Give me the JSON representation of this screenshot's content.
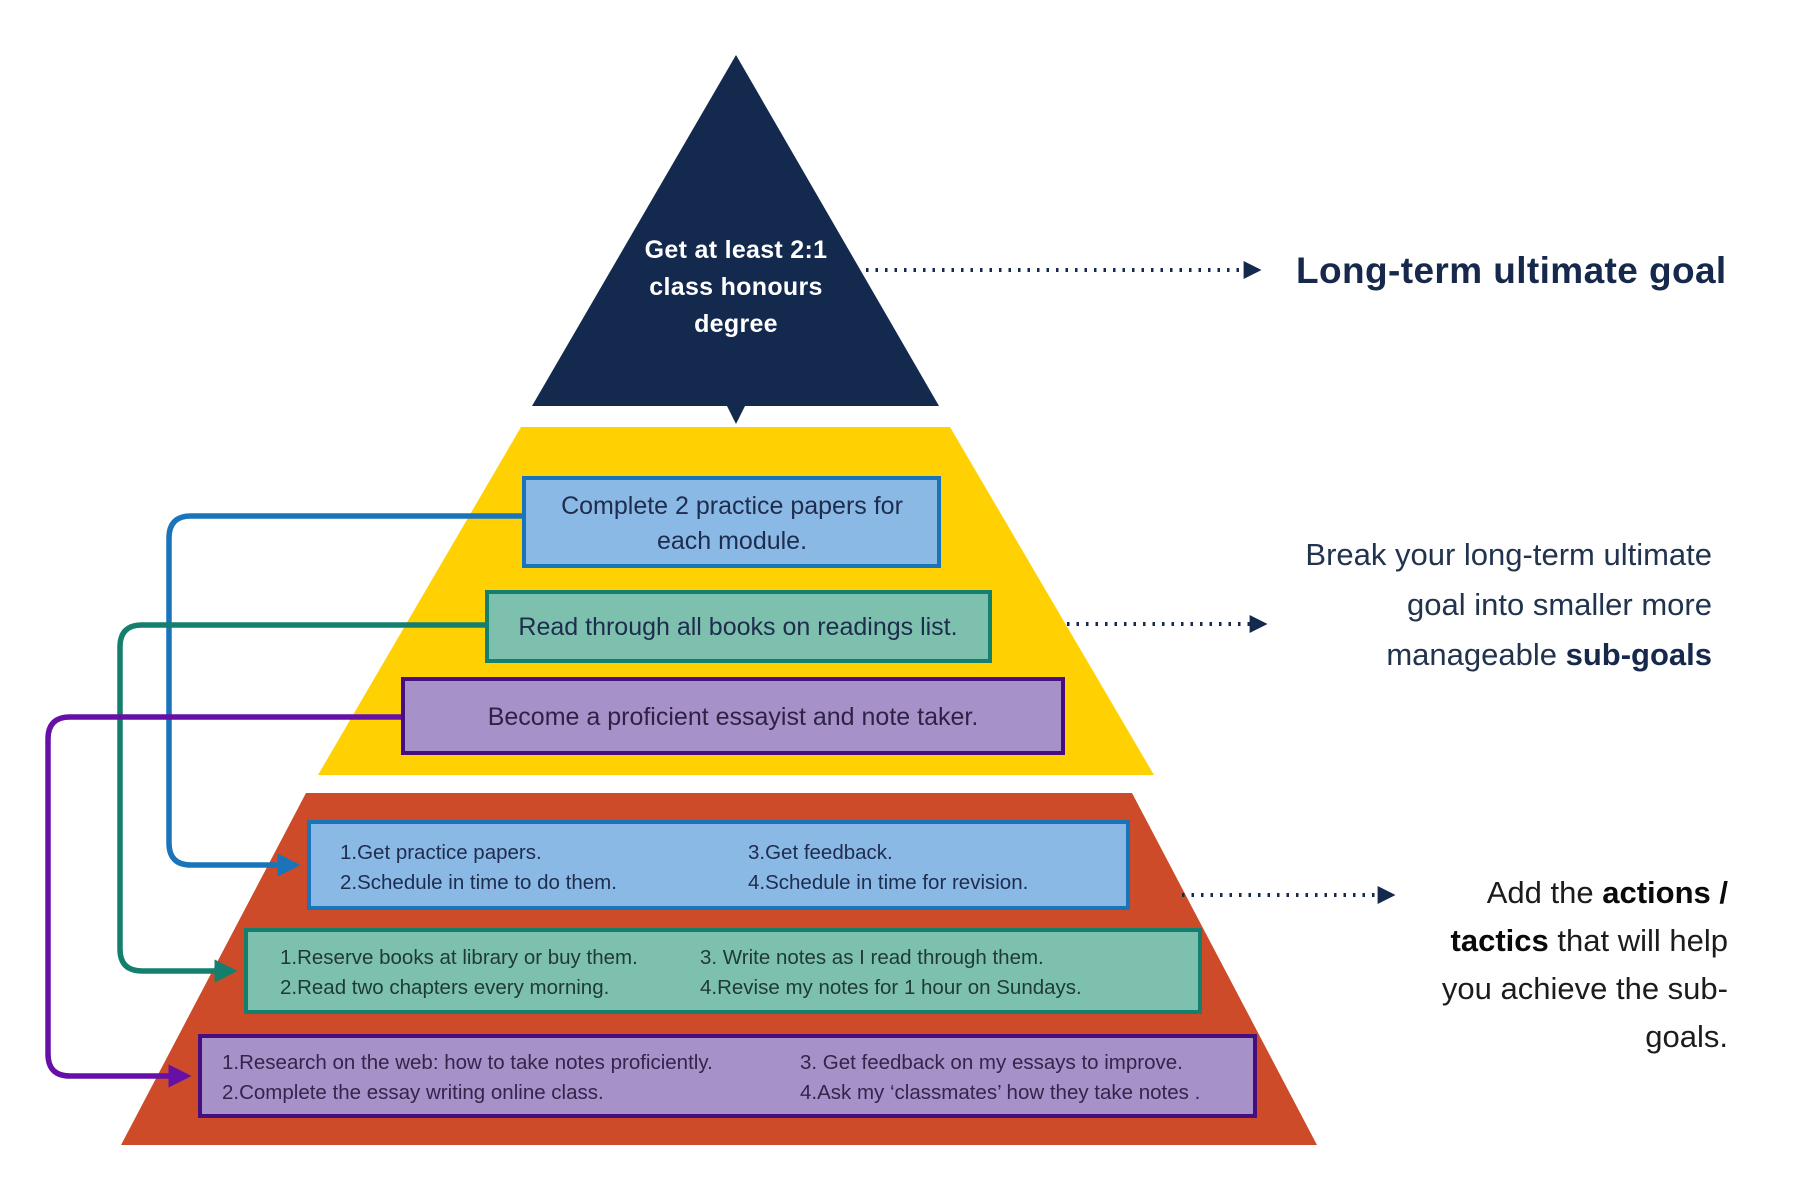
{
  "title_goal": {
    "lines": [
      "Get at least 2:1",
      "class honours",
      "degree"
    ]
  },
  "labels": {
    "long_term": "Long-term ultimate goal",
    "subgoal": {
      "line1": "Break your long-term ultimate",
      "line2": "goal into smaller more",
      "line3_regular": "manageable ",
      "line3_bold": "sub-goals"
    },
    "actions": {
      "line1_regular": "Add the ",
      "line1_bold": "actions /",
      "line2_bold": "tactics",
      "line2_regular": " that will help",
      "line3": "you achieve the sub-",
      "line4": "goals."
    }
  },
  "subgoals": {
    "practice": {
      "lines": [
        "Complete 2 practice papers for",
        "each module."
      ]
    },
    "reading": {
      "line": "Read through all books on readings list."
    },
    "essay": {
      "line": "Become a proficient essayist and note taker."
    }
  },
  "actions": {
    "practice": {
      "col1": [
        "1.Get practice papers.",
        "2.Schedule in time to do them."
      ],
      "col2": [
        "3.Get feedback.",
        "4.Schedule in time for revision."
      ]
    },
    "reading": {
      "col1": [
        "1.Reserve books at library or buy them.",
        "2.Read two chapters every morning."
      ],
      "col2": [
        "3. Write notes as I read through them.",
        "4.Revise my notes for 1 hour on Sundays."
      ]
    },
    "essay": {
      "col1": [
        "1.Research on the web: how to take notes proficiently.",
        "2.Complete the essay writing online class."
      ],
      "col2": [
        "3. Get feedback on my essays to improve.",
        "4.Ask my ‘classmates’ how they take notes ."
      ]
    }
  },
  "colors": {
    "navy": "#13294d",
    "yellow": "#ffd103",
    "orange": "#cd4b28",
    "blue_fill": "#8ab9e6",
    "blue_border": "#1a74ba",
    "teal_fill": "#7cc0ad",
    "teal_border": "#157f6d",
    "purple_fill": "#a791c9",
    "purple_border": "#470e7e",
    "purple_connector": "#6610a8"
  }
}
